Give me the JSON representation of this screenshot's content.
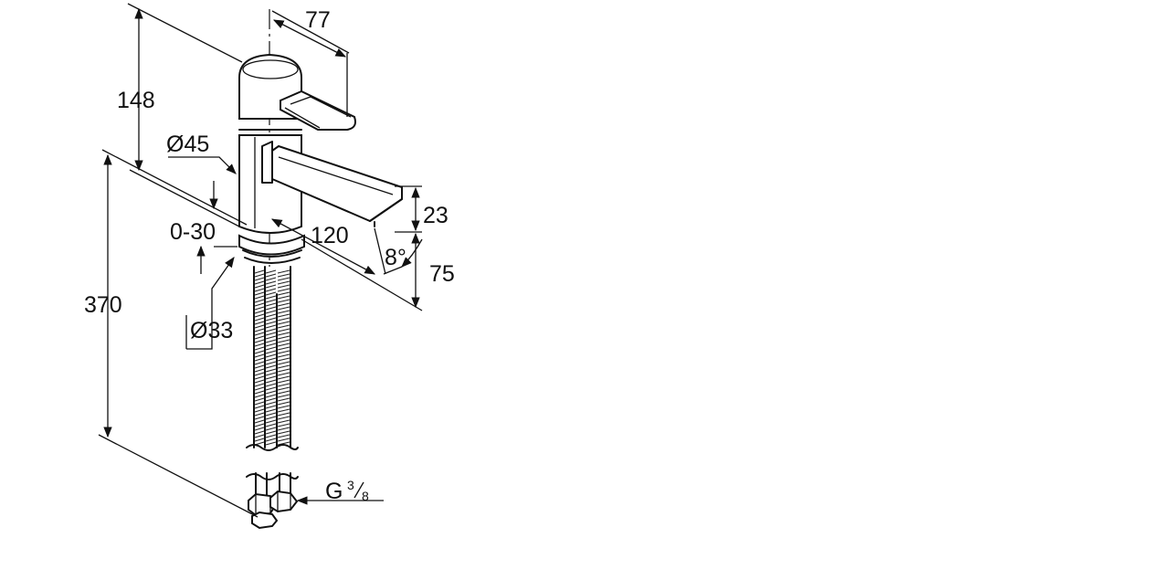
{
  "dimensions": {
    "handle_reach": "77",
    "upper_height": "148",
    "body_diameter": "Ø45",
    "adjust_range": "0-30",
    "spout_reach": "120",
    "spout_height": "23",
    "spout_angle": "8°",
    "outlet_height": "75",
    "total_height": "370",
    "base_diameter": "Ø33",
    "thread_prefix": "G",
    "thread_num": "3",
    "thread_den": "8"
  }
}
